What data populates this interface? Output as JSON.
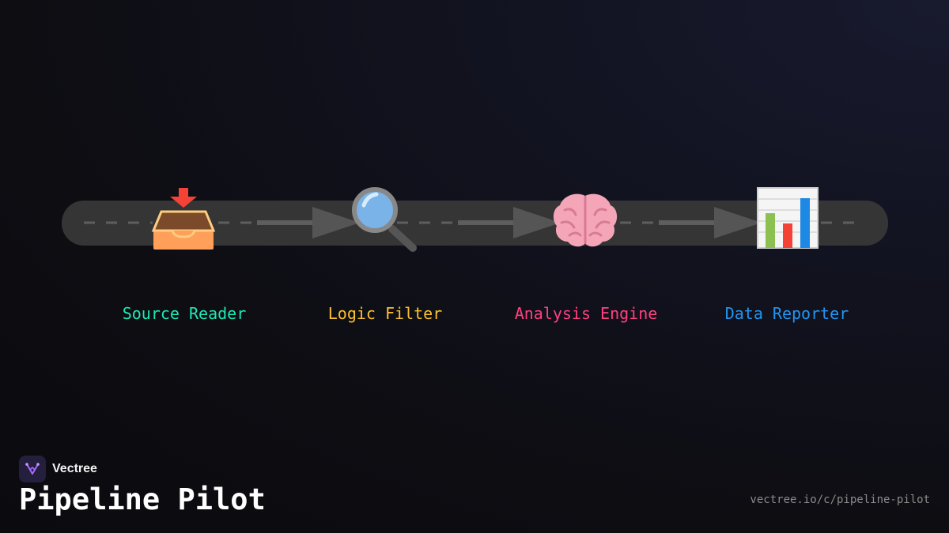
{
  "pipeline": {
    "stages": [
      {
        "label": "Source Reader",
        "color": "#1de9b6",
        "icon": "inbox-tray-icon"
      },
      {
        "label": "Logic Filter",
        "color": "#fbc02d",
        "icon": "magnifying-glass-icon"
      },
      {
        "label": "Analysis Engine",
        "color": "#ff4081",
        "icon": "brain-icon"
      },
      {
        "label": "Data Reporter",
        "color": "#2196f3",
        "icon": "bar-chart-icon"
      }
    ],
    "track_color": "#353535",
    "connector_color": "#5e5e5e"
  },
  "footer": {
    "brand": "Vectree",
    "title": "Pipeline Pilot",
    "url": "vectree.io/c/pipeline-pilot"
  }
}
